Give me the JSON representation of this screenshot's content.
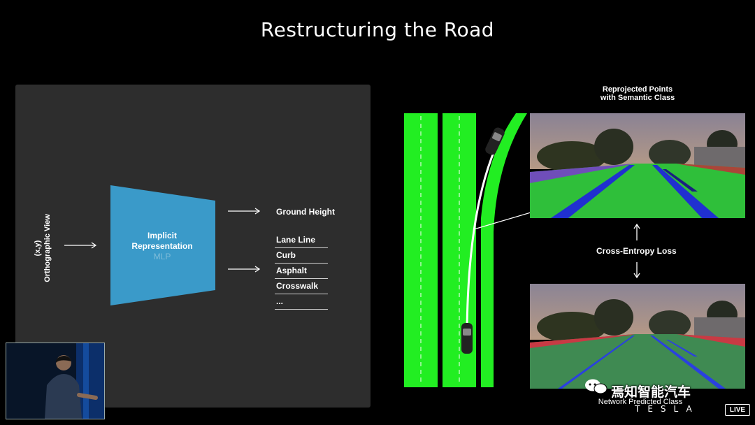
{
  "title": "Restructuring the Road",
  "left_panel": {
    "input_label": "(x,y)\nOrthographic View",
    "input_line1": "(x,y)",
    "input_line2": "Orthographic View",
    "mlp_line1": "Implicit",
    "mlp_line2": "Representation",
    "mlp_line3": "MLP",
    "output_height": "Ground Height",
    "classes": [
      "Lane Line",
      "Curb",
      "Asphalt",
      "Crosswalk",
      "..."
    ]
  },
  "right_panel": {
    "top_caption_line1": "Reprojected Points",
    "top_caption_line2": "with Semantic Class",
    "loss_label": "Cross-Entropy Loss",
    "bottom_caption": "Network Predicted Class"
  },
  "footer": {
    "brand": "TESLA",
    "live_badge": "LIVE",
    "watermark": "焉知智能汽车"
  },
  "colors": {
    "background": "#000000",
    "panel": "#2d2d2d",
    "mlp_blue": "#3a9ac9",
    "road_green": "#22ee22",
    "lane_blue": "#2030d0",
    "curb_red": "#d03040"
  }
}
